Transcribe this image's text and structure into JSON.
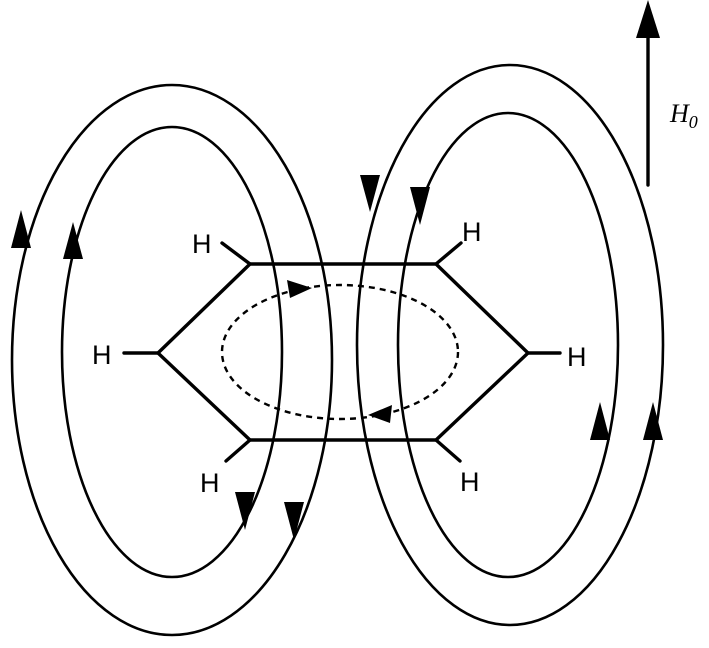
{
  "field": {
    "symbol": "H",
    "subscript": "0"
  },
  "atoms": {
    "h_top_left": "H",
    "h_top_right": "H",
    "h_left": "H",
    "h_right": "H",
    "h_bottom_left": "H",
    "h_bottom_right": "H"
  }
}
